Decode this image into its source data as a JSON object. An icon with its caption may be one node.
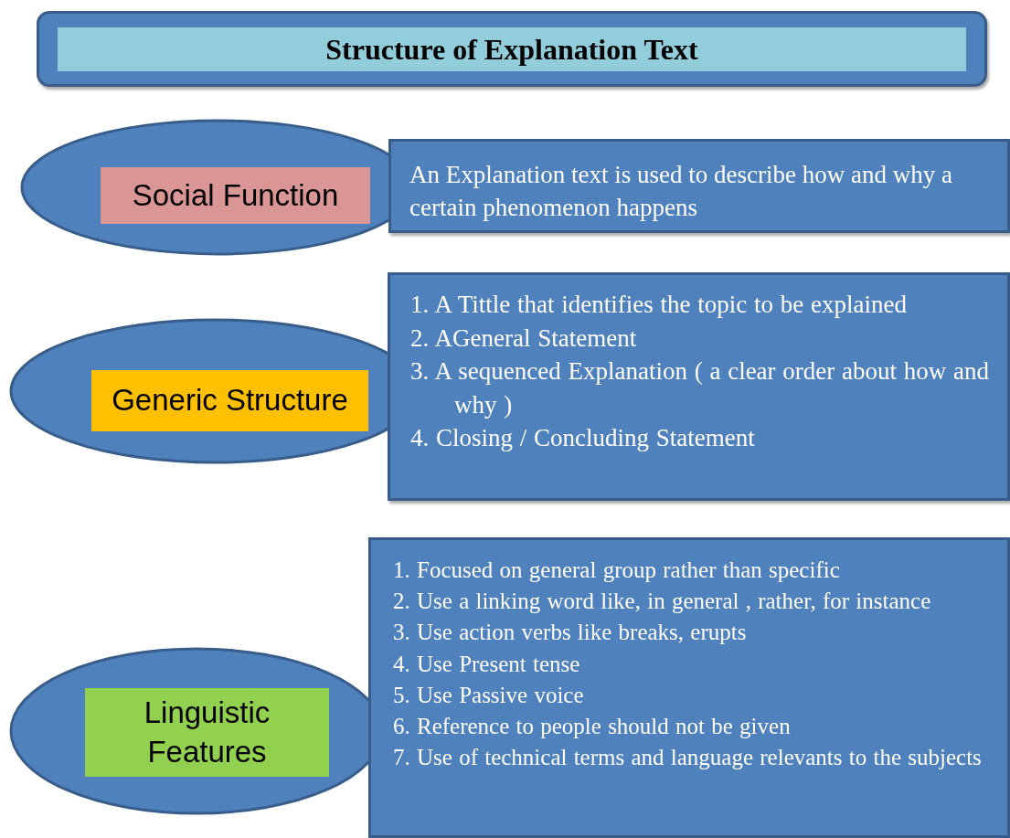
{
  "diagram": {
    "title": "Structure of Explanation Text",
    "nodes": [
      {
        "text": [],
        "shape": "ellipse"
      },
      {
        "text": [
          "Social Function"
        ],
        "in": 0
      },
      {
        "text": [
          "An Explanation text is used to describe how and why a certain phenomenon happens"
        ]
      },
      {
        "text": [],
        "shape": "ellipse"
      },
      {
        "text": [
          "Generic Structure"
        ],
        "in": 3
      },
      {
        "text": [
          "1. A Tittle that identifies the topic to be explained",
          "2. AGeneral Statement",
          "3. A sequenced Explanation ( a clear order about how and why )",
          "4. Closing / Concluding Statement"
        ]
      },
      {
        "text": [],
        "shape": "ellipse"
      },
      {
        "text": [
          "Linguistic Features"
        ],
        "in": 6
      },
      {
        "text": [
          "1. Focused on general group rather than specific",
          "2. Use a linking word like, in general , rather, for instance",
          "3. Use action verbs like breaks, erupts",
          "4. Use Present tense",
          "5. Use Passive voice",
          "6. Reference to people should not be given",
          "7. Use of technical terms and language relevants to the subjects"
        ]
      }
    ],
    "edges": []
  }
}
